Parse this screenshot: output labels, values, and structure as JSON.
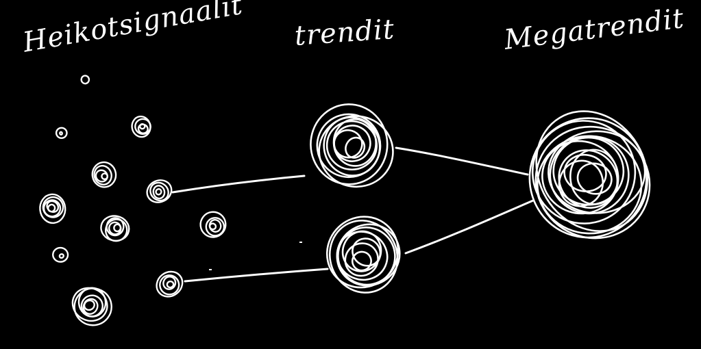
{
  "labels": {
    "weak_signals": "Heikotsignaalit",
    "trends": "trendit",
    "megatrends": "Megatrendit"
  },
  "colors": {
    "background": "#000000",
    "ink": "#ffffff"
  }
}
